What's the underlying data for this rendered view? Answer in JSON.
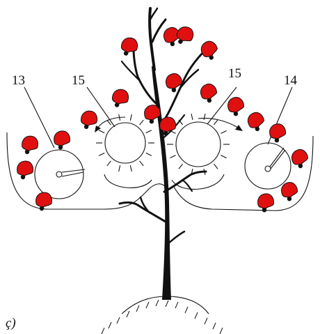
{
  "labels": {
    "reel_left": "13",
    "drum_left": "15",
    "drum_right": "15",
    "reel_right": "14"
  },
  "caption": "ç)",
  "colors": {
    "fruit": "#e01010",
    "outline": "#111111",
    "tree": "#111111",
    "background": "#ffffff"
  }
}
